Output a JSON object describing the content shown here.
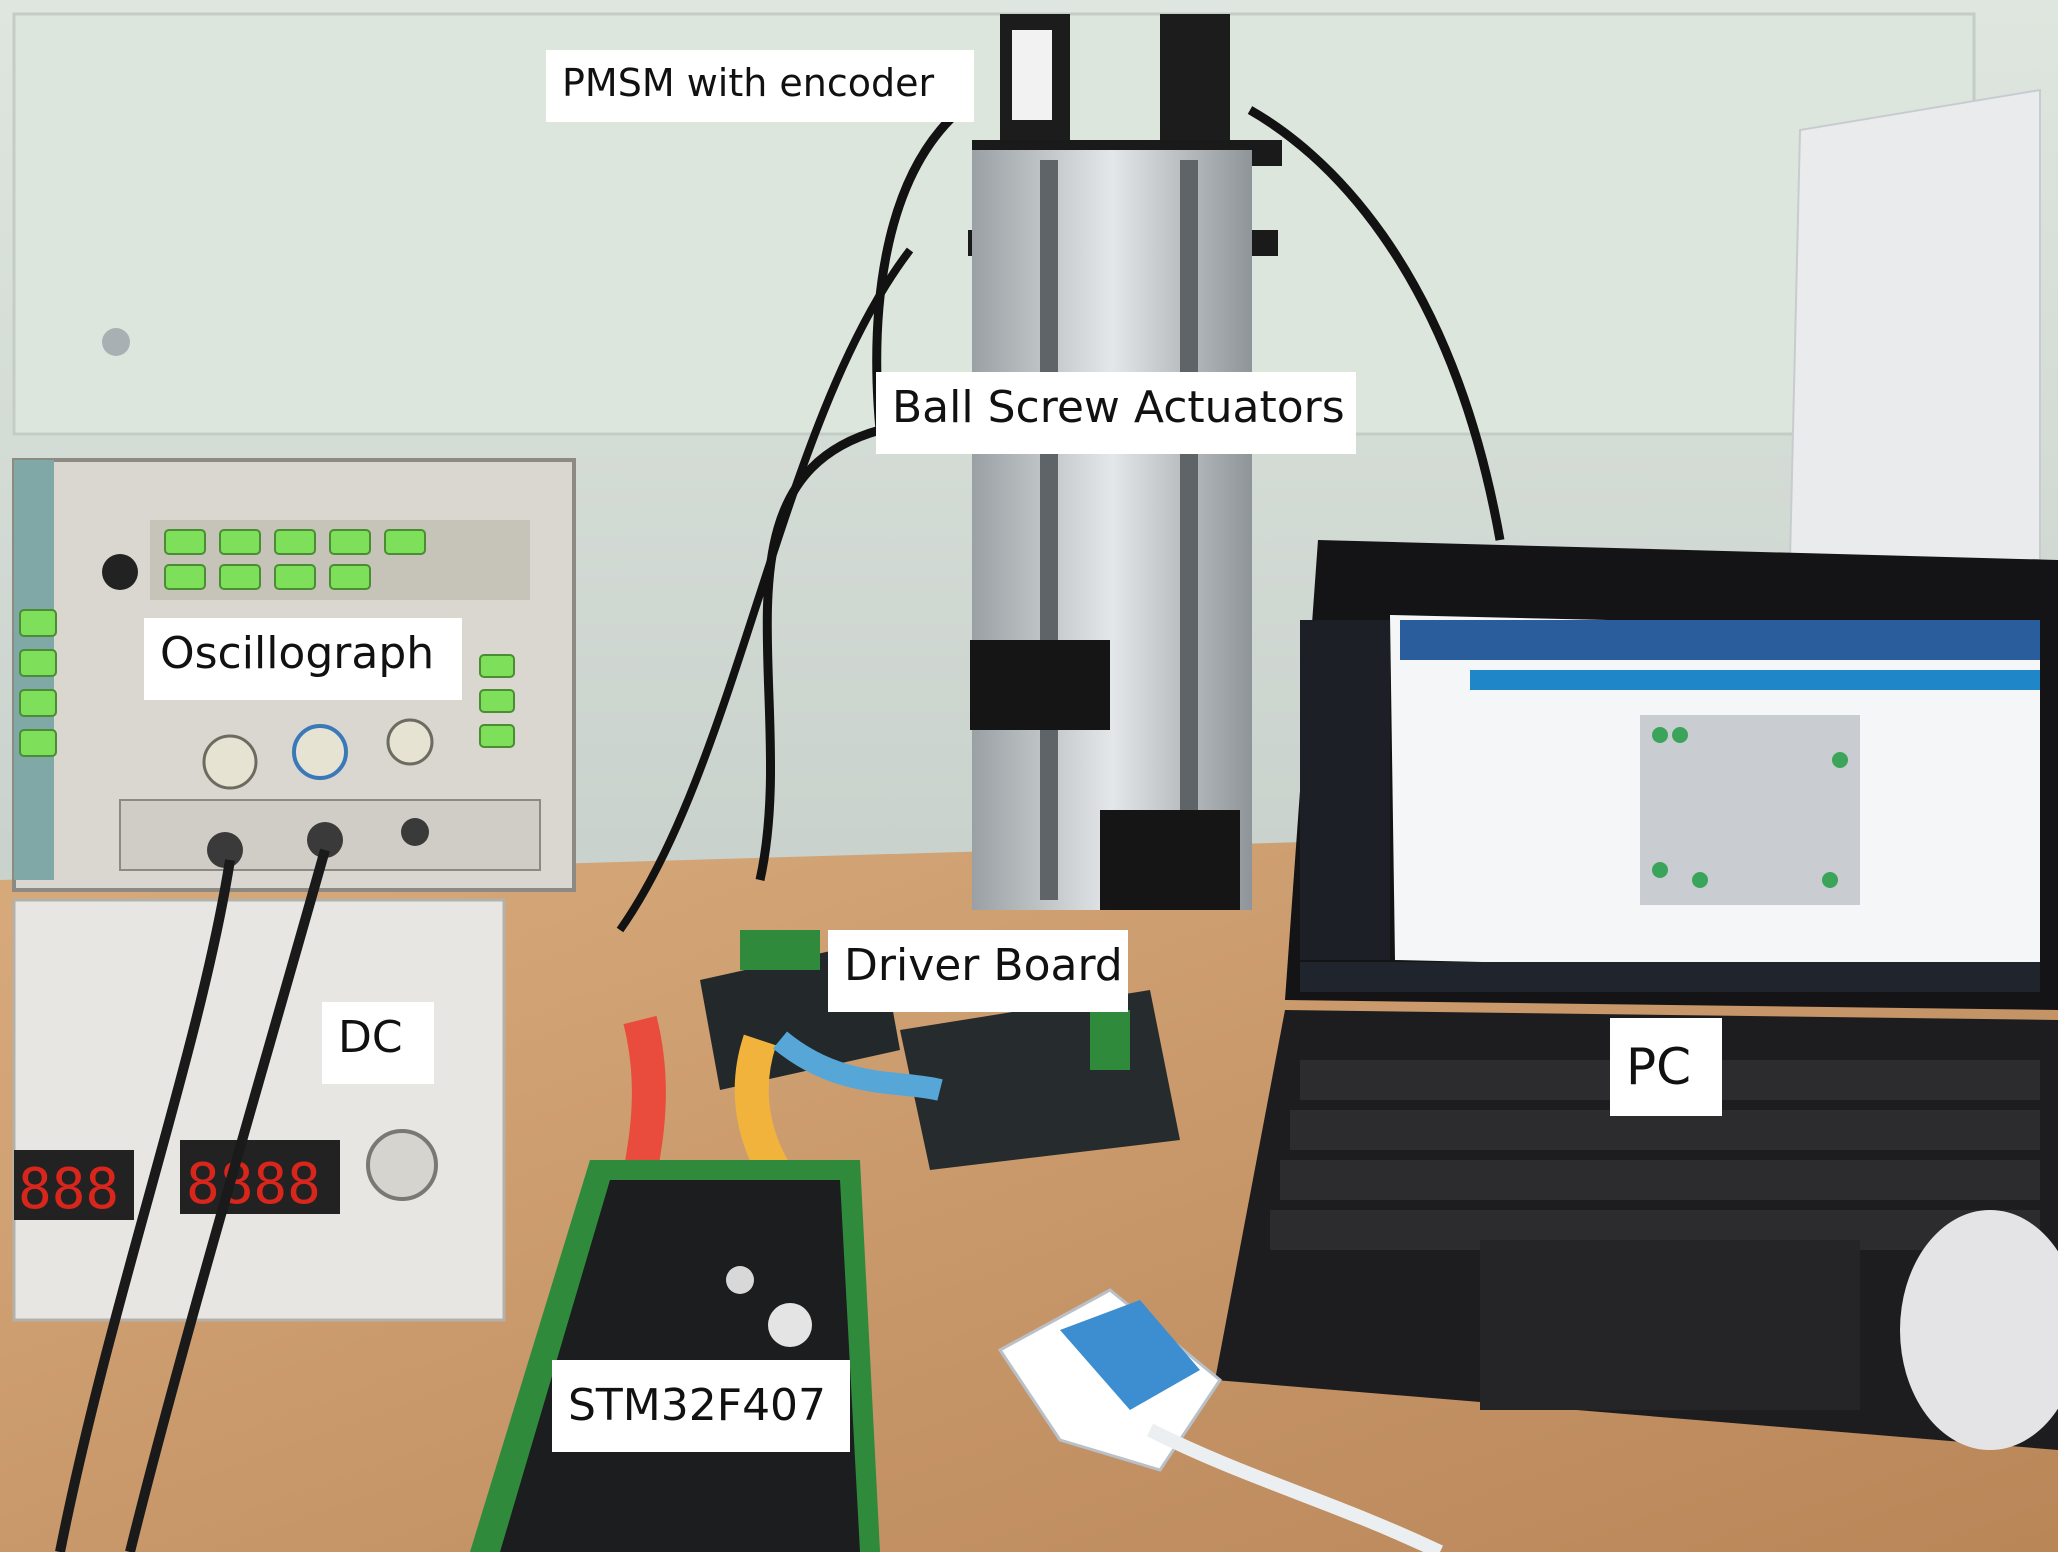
{
  "labels": {
    "pmsm": "PMSM with encoder",
    "ball_screw": "Ball Screw Actuators",
    "oscillograph": "Oscillograph",
    "driver_board": "Driver Board",
    "dc": "DC",
    "pc": "PC",
    "stm32": "STM32F407"
  },
  "colors": {
    "wall": "#e6ebe5",
    "desk": "#c99a6a",
    "oscilloscope_green": "#7ee05a",
    "laptop": "#1a1a1c",
    "pcb_green": "#2f8a3b"
  }
}
